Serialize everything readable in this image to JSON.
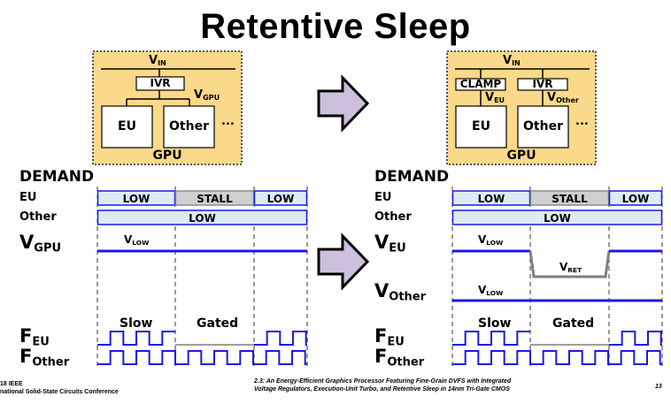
{
  "slide": {
    "title": "Retentive Sleep",
    "page_number": "13",
    "footer_left": [
      "18 IEEE",
      "national Solid-State Circuits Conference"
    ],
    "footer_center": [
      "2.3: An Energy-Efficient Graphics Processor Featuring Fine-Grain DVFS with Integrated",
      "Voltage Regulators, Execution-Unit Turbo, and Retentive Sleep in 14nm Tri-Gate CMOS"
    ]
  },
  "colors": {
    "gpu_box_fill": "#fbd98a",
    "demand_low_fill": "#dcecf5",
    "demand_stall_fill": "#cfcfcf",
    "signal_blue": "#1a1ae6",
    "vret_gray": "#7f7f7f",
    "arrow_fill": "#cdc0dd"
  },
  "before": {
    "block": {
      "vin": {
        "main": "V",
        "sub": "IN"
      },
      "regulator": "IVR",
      "rail": {
        "main": "V",
        "sub": "GPU"
      },
      "units": [
        "EU",
        "Other"
      ],
      "more": "...",
      "container": "GPU"
    },
    "demand_label": "DEMAND",
    "rows": {
      "eu": {
        "label": "EU",
        "segments": [
          "LOW",
          "STALL",
          "LOW"
        ]
      },
      "other": {
        "label": "Other",
        "segments": [
          "LOW"
        ]
      },
      "v_gpu": {
        "main": "V",
        "sub": "GPU",
        "level": {
          "main": "V",
          "sub": "LOW"
        }
      },
      "f_eu": {
        "main": "F",
        "sub": "EU"
      },
      "f_other": {
        "main": "F",
        "sub": "Other"
      }
    },
    "phases": [
      "Slow",
      "Gated"
    ]
  },
  "after": {
    "block": {
      "vin": {
        "main": "V",
        "sub": "IN"
      },
      "clamp": "CLAMP",
      "regulator": "IVR",
      "rail_eu": {
        "main": "V",
        "sub": "EU"
      },
      "rail_other": {
        "main": "V",
        "sub": "Other"
      },
      "units": [
        "EU",
        "Other"
      ],
      "more": "...",
      "container": "GPU"
    },
    "demand_label": "DEMAND",
    "rows": {
      "eu": {
        "label": "EU",
        "segments": [
          "LOW",
          "STALL",
          "LOW"
        ]
      },
      "other": {
        "label": "Other",
        "segments": [
          "LOW"
        ]
      },
      "v_eu": {
        "main": "V",
        "sub": "EU",
        "level": {
          "main": "V",
          "sub": "LOW"
        },
        "ret": {
          "main": "V",
          "sub": "RET"
        }
      },
      "v_other": {
        "main": "V",
        "sub": "Other",
        "level": {
          "main": "V",
          "sub": "LOW"
        }
      },
      "f_eu": {
        "main": "F",
        "sub": "EU"
      },
      "f_other": {
        "main": "F",
        "sub": "Other"
      }
    },
    "phases": [
      "Slow",
      "Gated"
    ]
  }
}
